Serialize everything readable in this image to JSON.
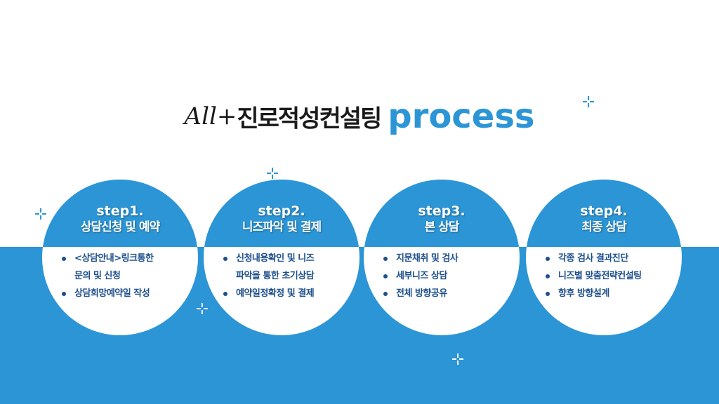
{
  "title": {
    "brand": "All+",
    "korean": "진로적성컨설팅",
    "english": "process"
  },
  "colors": {
    "accent": "#2b95d6",
    "text_dark": "#1d4f8c"
  },
  "steps": [
    {
      "step": "step1.",
      "name": "상담신청 및 예약",
      "items": [
        "<상담안내>링크통한",
        "문의 및 신청",
        "상담희망예약일 작성"
      ]
    },
    {
      "step": "step2.",
      "name": "니즈파악 및 결제",
      "items": [
        "신청내용확인 및 니즈",
        "파악을 통한 초기상담",
        "예약일정확정 및 결제"
      ]
    },
    {
      "step": "step3.",
      "name": "본 상담",
      "items": [
        "지문채취 및 검사",
        "세부니즈 상담",
        "전체 방향공유"
      ]
    },
    {
      "step": "step4.",
      "name": "최종 상담",
      "items": [
        "각종 검사 결과진단",
        "니즈별 맞춤전략컨설팅",
        "향후 방향설계"
      ]
    }
  ]
}
